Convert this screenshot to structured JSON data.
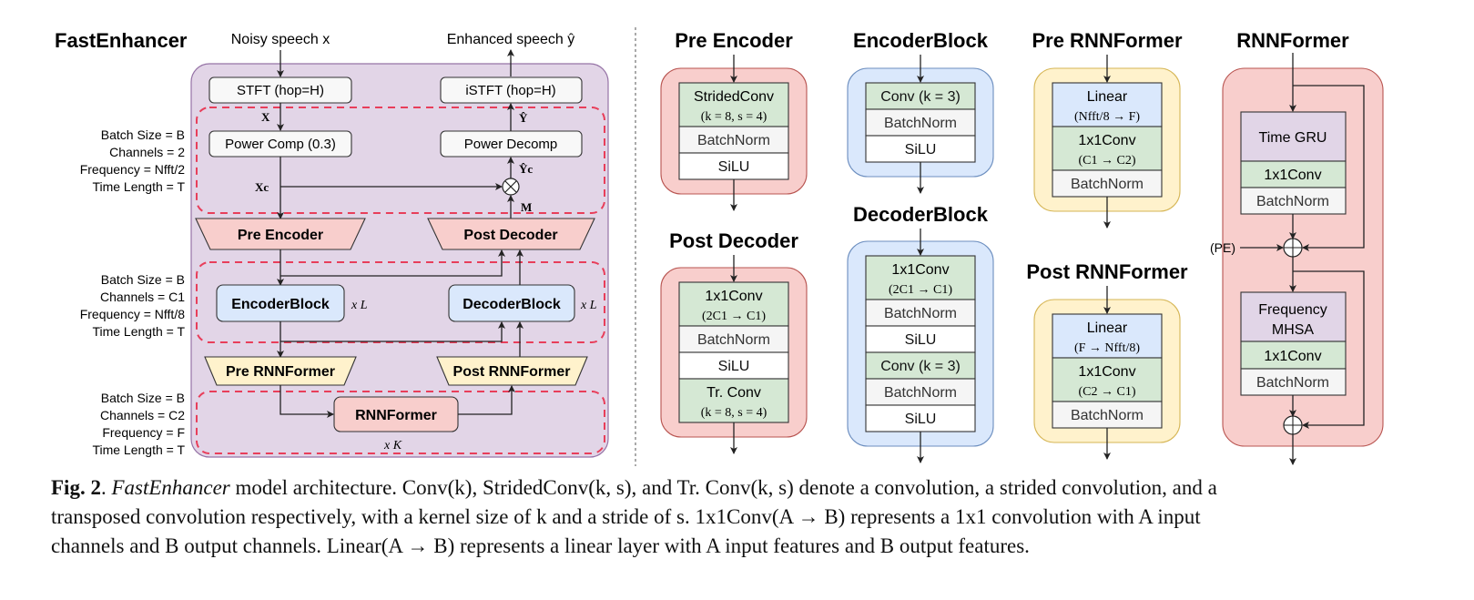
{
  "colors": {
    "main_bg": "#e2d5e7",
    "main_border": "#9673a6",
    "pink_fill": "#f8cecc",
    "pink_border": "#b85450",
    "blue_fill": "#dae8fc",
    "blue_border": "#6c8ebf",
    "yellow_fill": "#fff2cc",
    "yellow_border": "#d6b656",
    "green_fill": "#d5e8d4",
    "gray_fill": "#f5f5f5",
    "purple_fill": "#e1d5e7",
    "dash_red": "#e83e5a"
  },
  "main": {
    "title": "FastEnhancer",
    "input_label": "Noisy speech x",
    "output_label": "Enhanced speech ŷ",
    "stft": "STFT (hop=H)",
    "istft": "iSTFT (hop=H)",
    "power_comp": "Power Comp (0.3)",
    "power_decomp": "Power Decomp",
    "pre_encoder": "Pre Encoder",
    "post_decoder": "Post Decoder",
    "encoder_block": "EncoderBlock",
    "decoder_block": "DecoderBlock",
    "pre_rnnformer": "Pre RNNFormer",
    "post_rnnformer": "Post RNNFormer",
    "rnnformer": "RNNFormer",
    "repeat_encoder": "x L",
    "repeat_decoder": "x L",
    "repeat_rnnformer": "x K",
    "signal_X": "X",
    "signal_Xc": "Xc",
    "signal_Yhat": "Ŷ",
    "signal_Yc": "Ŷc",
    "signal_M": "M",
    "shape_groups": [
      [
        "Batch Size = B",
        "Channels = 2",
        "Frequency = Nfft/2",
        "Time Length = T"
      ],
      [
        "Batch Size = B",
        "Channels = C1",
        "Frequency = Nfft/8",
        "Time Length = T"
      ],
      [
        "Batch Size = B",
        "Channels = C2",
        "Frequency = F",
        "Time Length = T"
      ]
    ]
  },
  "modules": {
    "pre_encoder": {
      "title": "Pre Encoder",
      "layers": [
        {
          "text": "StridedConv",
          "sub": "(k = 8, s = 4)",
          "kind": "green"
        },
        {
          "text": "BatchNorm",
          "kind": "gray"
        },
        {
          "text": "SiLU",
          "kind": "white"
        }
      ]
    },
    "post_decoder": {
      "title": "Post Decoder",
      "layers": [
        {
          "text": "1x1Conv",
          "sub": "(2C1 → C1)",
          "kind": "green"
        },
        {
          "text": "BatchNorm",
          "kind": "gray"
        },
        {
          "text": "SiLU",
          "kind": "white"
        },
        {
          "text": "Tr. Conv",
          "sub": "(k = 8, s = 4)",
          "kind": "green"
        }
      ]
    },
    "encoder_block": {
      "title": "EncoderBlock",
      "layers": [
        {
          "text": "Conv (k = 3)",
          "kind": "green"
        },
        {
          "text": "BatchNorm",
          "kind": "gray"
        },
        {
          "text": "SiLU",
          "kind": "white"
        }
      ]
    },
    "decoder_block": {
      "title": "DecoderBlock",
      "layers": [
        {
          "text": "1x1Conv",
          "sub": "(2C1 → C1)",
          "kind": "green"
        },
        {
          "text": "BatchNorm",
          "kind": "gray"
        },
        {
          "text": "SiLU",
          "kind": "white"
        },
        {
          "text": "Conv (k = 3)",
          "kind": "green"
        },
        {
          "text": "BatchNorm",
          "kind": "gray"
        },
        {
          "text": "SiLU",
          "kind": "white"
        }
      ]
    },
    "pre_rnnformer": {
      "title": "Pre RNNFormer",
      "layers": [
        {
          "text": "Linear",
          "sub": "(Nfft/8 → F)",
          "kind": "blue"
        },
        {
          "text": "1x1Conv",
          "sub": "(C1 → C2)",
          "kind": "green"
        },
        {
          "text": "BatchNorm",
          "kind": "gray"
        }
      ]
    },
    "post_rnnformer": {
      "title": "Post RNNFormer",
      "layers": [
        {
          "text": "Linear",
          "sub": "(F → Nfft/8)",
          "kind": "blue"
        },
        {
          "text": "1x1Conv",
          "sub": "(C2 → C1)",
          "kind": "green"
        },
        {
          "text": "BatchNorm",
          "kind": "gray"
        }
      ]
    },
    "rnnformer": {
      "title": "RNNFormer",
      "time_gru": "Time GRU",
      "freq_mhsa_1": "Frequency",
      "freq_mhsa_2": "MHSA",
      "conv": "1x1Conv",
      "norm": "BatchNorm",
      "pe_label": "(PE)"
    }
  },
  "caption": {
    "fig_label": "Fig. 2",
    "model_name": "FastEnhancer",
    "line1_rest": " model architecture. Conv(k), StridedConv(k, s), and Tr. Conv(k, s) denote a convolution, a strided convolution, and a",
    "line2": "transposed convolution respectively, with a kernel size of k and a stride of s. 1x1Conv(A → B) represents a 1x1 convolution with A input",
    "line3": "channels and B output channels. Linear(A → B) represents a linear layer with A input features and B output features."
  }
}
